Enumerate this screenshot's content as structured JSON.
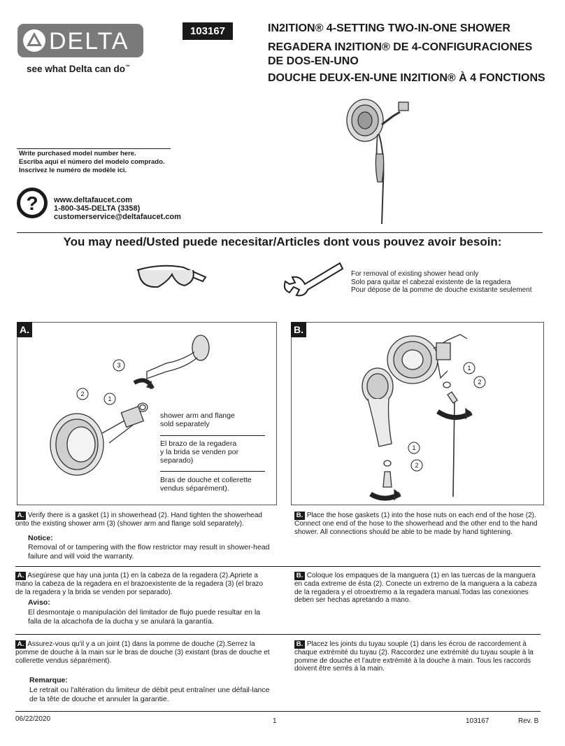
{
  "brand": {
    "logo_text": "DELTA",
    "tagline": "see what Delta can do",
    "tagline_mark": "™",
    "color": "#7a7a7a"
  },
  "header": {
    "model_number": "103167",
    "titles": [
      "IN2ITION® 4-SETTING TWO-IN-ONE SHOWER",
      "REGADERA IN2ITION® DE 4-CONFIGURACIONES",
      "DE DOS-EN-UNO",
      "DOUCHE DEUX-EN-UNE IN2ITION® À 4 FONCTIONS"
    ]
  },
  "model_record": {
    "lines": [
      "Write purchased model number here.",
      "Escriba aquí el número del modelo comprado.",
      "Inscrivez le numéro de modèle ici."
    ]
  },
  "contact": {
    "icon": "question-icon",
    "icon_glyph": "?",
    "website": "www.deltafaucet.com",
    "phone": "1-800-345-DELTA (3358)",
    "email": "customerservice@deltafaucet.com"
  },
  "tools": {
    "heading": "You may need/Usted puede necesitar/Articles dont vous pouvez avoir besoin:",
    "items": [
      {
        "icon": "safety-glasses-icon"
      },
      {
        "icon": "wrench-icon"
      }
    ],
    "wrench_note": [
      "For removal of existing shower head only",
      "Solo para quitar el cabezal existente de la regadera",
      "Pour dépose de la pomme de douche existante seulement"
    ]
  },
  "panel_a": {
    "label": "A.",
    "callout_numbers": [
      "1",
      "2",
      "3"
    ],
    "callouts": [
      [
        "shower arm and flange",
        "sold separately"
      ],
      [
        "El brazo de la regadera",
        "y la brida se venden por",
        "separado)"
      ],
      [
        "Bras de douche et collerette",
        "vendus séparément)."
      ]
    ]
  },
  "panel_b": {
    "label": "B.",
    "callout_numbers": [
      "1",
      "2",
      "1",
      "2"
    ]
  },
  "steps": {
    "a_en": {
      "tag": "A.",
      "text": "Verify there is a gasket (1) in showerhead (2). Hand tighten the showerhead onto the existing shower arm (3) (shower arm and flange sold separately).",
      "notice_title": "Notice:",
      "notice_text": "Removal of or tampering with the flow restrictor may result in shower-head failure and will void the warranty."
    },
    "b_en": {
      "tag": "B.",
      "text": "Place the hose gaskets (1) into the hose nuts on each end of the hose (2). Connect one end of the hose to the showerhead and the other end to the hand shower. All connections should be able to be made by hand tightening."
    },
    "a_es": {
      "tag": "A.",
      "text": "Asegúrese que hay una junta (1) en la cabeza de la regadera (2).Apriete a mano la cabeza de la regadera en el brazoexistente de la regadera (3) (el brazo de la regadera y la brida se venden por separado).",
      "notice_title": "Aviso:",
      "notice_text": "El desmontaje o manipulación del limitador de flujo puede resultar en la falla de la alcachofa de la ducha y se anulará la garantía."
    },
    "b_es": {
      "tag": "B.",
      "text": "Coloque los empaques de la manguera (1) en las tuercas de la manguera en cada extreme de ésta (2). Conecte un extremo de la manguera a la cabeza de la regadera y el otroextremo a la regadera manual.Todas las conexiones deben ser hechas apretando a mano."
    },
    "a_fr": {
      "tag": "A.",
      "text": "Assurez-vous qu'il y a un joint (1) dans la pomme de douche (2).Serrez la pomme de douche à la main sur le bras de douche (3) existant (bras de douche et collerette vendus séparément).",
      "notice_title": "Remarque:",
      "notice_text": "Le retrait ou l'altération du limiteur de débit peut entraîner une défail-lance de la tête de douche et annuler la garantie."
    },
    "b_fr": {
      "tag": "B.",
      "text": "Placez les joints du tuyau souple (1) dans les écrou de raccordement à chaque extrémité du tuyau (2). Raccordez une extrémité du tuyau souple à la pomme de douche et l'autre extrémité à la douche à main. Tous les raccords doivent être serrés à la main."
    }
  },
  "footer": {
    "date": "06/22/2020",
    "page": "1",
    "model": "103167",
    "revision": "Rev. B"
  }
}
